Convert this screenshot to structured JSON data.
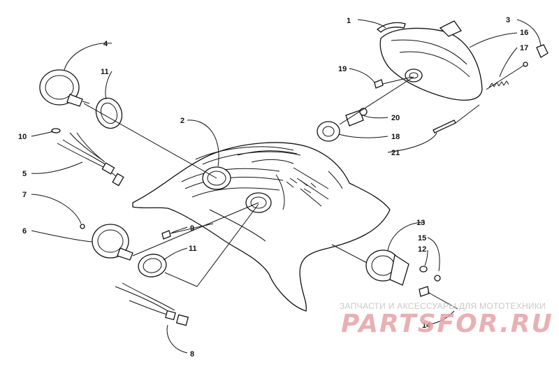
{
  "callouts": [
    "1",
    "2",
    "3",
    "4",
    "5",
    "6",
    "7",
    "8",
    "9",
    "10",
    "11",
    "11",
    "12",
    "13",
    "14",
    "15",
    "16",
    "17",
    "18",
    "19",
    "20",
    "21"
  ],
  "watermark": {
    "subtitle": "ЗАПЧАСТИ И АКСЕССУАРЫ ДЛЯ МОТОТЕХНИКИ",
    "logo": "PARTSFOR.RU"
  },
  "colors": {
    "line": "#111111",
    "watermark_logo": "#e6a3a8",
    "watermark_text": "#c8c8c8"
  }
}
